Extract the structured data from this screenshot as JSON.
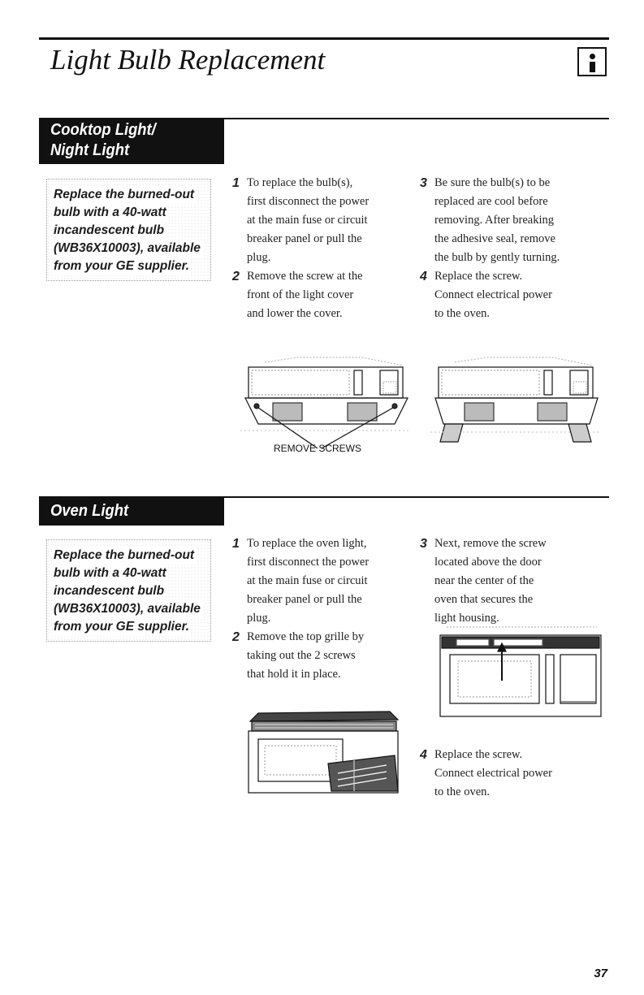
{
  "page": {
    "title": "Light Bulb Replacement",
    "page_number": "37"
  },
  "cooktop": {
    "banner": [
      "Cooktop Light/",
      "Night Light"
    ],
    "note": [
      "Replace the burned-out",
      "bulb with a 40-watt",
      "incandescent bulb",
      "(WB36X10003), available",
      "from your GE supplier."
    ],
    "steps": [
      {
        "num": "1",
        "lines": [
          "To replace the bulb(s),",
          "first disconnect the power",
          "at the main fuse or circuit",
          "breaker panel or pull the",
          "plug."
        ]
      },
      {
        "num": "2",
        "lines": [
          "Remove the screw at the",
          "front of the light cover",
          "and lower the cover."
        ]
      },
      {
        "num": "3",
        "lines": [
          "Be sure the bulb(s) to be",
          "replaced are cool before",
          "removing. After breaking",
          "the adhesive seal, remove",
          "the bulb by gently turning."
        ]
      },
      {
        "num": "4",
        "lines": [
          "Replace the screw.",
          "Connect electrical power",
          "to the oven."
        ]
      }
    ],
    "caption": "REMOVE SCREWS"
  },
  "oven": {
    "banner": [
      "Oven Light"
    ],
    "note": [
      "Replace the burned-out",
      "bulb with a 40-watt",
      "incandescent bulb",
      "(WB36X10003), available",
      "from your GE supplier."
    ],
    "steps": [
      {
        "num": "1",
        "lines": [
          "To replace the oven light,",
          "first disconnect the power",
          "at the main fuse or circuit",
          "breaker panel or pull the",
          "plug."
        ]
      },
      {
        "num": "2",
        "lines": [
          "Remove the top grille by",
          "taking out the 2 screws",
          "that hold it in place."
        ]
      },
      {
        "num": "3",
        "lines": [
          "Next, remove the screw",
          "located above the door",
          "near the center of the",
          "oven that secures the",
          "light housing."
        ]
      },
      {
        "num": "4",
        "lines": [
          "Replace the screw.",
          "Connect electrical power",
          "to the oven."
        ]
      }
    ]
  }
}
